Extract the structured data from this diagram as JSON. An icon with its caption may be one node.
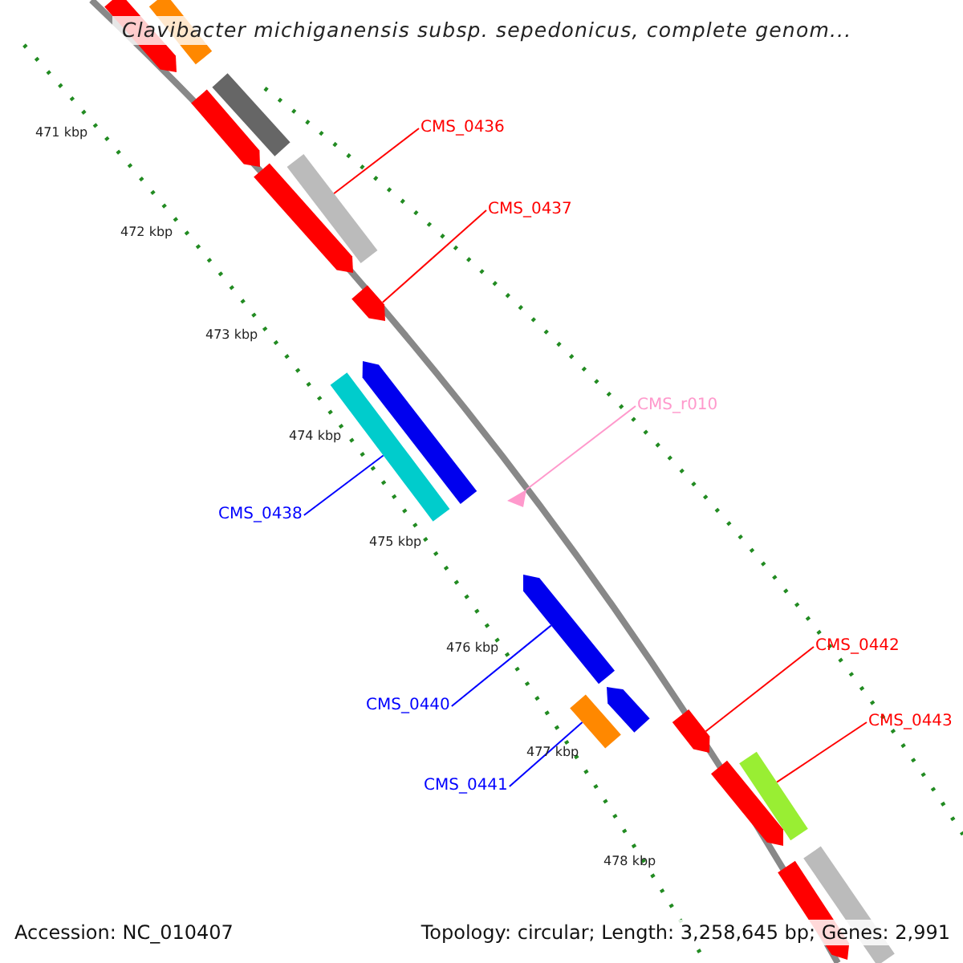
{
  "diagram": {
    "title": "Clavibacter michiganensis subsp. sepedonicus, complete genom...",
    "nodes": [
      {
        "text": [
          "CMS_0436"
        ]
      },
      {
        "text": [],
        "shape": "bar"
      },
      {
        "text": [
          "CMS_0437"
        ]
      },
      {
        "text": [],
        "shape": "bar"
      },
      {
        "text": [
          "CMS_r010"
        ]
      },
      {
        "text": [],
        "shape": "triangle"
      },
      {
        "text": [
          "CMS_0438"
        ]
      },
      {
        "text": [],
        "shape": "bar"
      },
      {
        "text": [
          "CMS_0440"
        ]
      },
      {
        "text": [],
        "shape": "bar"
      },
      {
        "text": [
          "CMS_0441"
        ]
      },
      {
        "text": [],
        "shape": "bar"
      },
      {
        "text": [
          "CMS_0442"
        ]
      },
      {
        "text": [],
        "shape": "bar"
      },
      {
        "text": [
          "CMS_0443"
        ]
      },
      {
        "text": [],
        "shape": "bar"
      },
      {
        "text": [],
        "shape": "bar"
      },
      {
        "text": [],
        "shape": "bar"
      },
      {
        "text": [],
        "shape": "bar"
      },
      {
        "text": [],
        "shape": "bar"
      },
      {
        "text": [],
        "shape": "bar"
      },
      {
        "text": [],
        "shape": "bar"
      },
      {
        "text": [],
        "shape": "bar"
      },
      {
        "text": [],
        "shape": "bar"
      },
      {
        "text": [],
        "shape": "bar"
      },
      {
        "text": [],
        "shape": "bar"
      }
    ],
    "edges": [
      {
        "from": 0,
        "to": 1,
        "arrow": "none"
      },
      {
        "from": 2,
        "to": 3,
        "arrow": "none"
      },
      {
        "from": 4,
        "to": 5,
        "arrow": "none",
        "color": "#ff99cc"
      },
      {
        "from": 6,
        "to": 7,
        "arrow": "none",
        "color": "#0000ff"
      },
      {
        "from": 8,
        "to": 9,
        "arrow": "none",
        "color": "#0000ff"
      },
      {
        "from": 10,
        "to": 11,
        "arrow": "none",
        "color": "#0000ff"
      },
      {
        "from": 12,
        "to": 13,
        "arrow": "none"
      },
      {
        "from": 14,
        "to": 15,
        "arrow": "none"
      }
    ],
    "labels": [
      "471 kbp",
      "472 kbp",
      "473 kbp",
      "474 kbp",
      "475 kbp",
      "476 kbp",
      "477 kbp",
      "478 kbp",
      "Accession: NC_010407",
      "Topology: circular; Length: 3,258,645 bp; Genes: 2,991"
    ]
  }
}
